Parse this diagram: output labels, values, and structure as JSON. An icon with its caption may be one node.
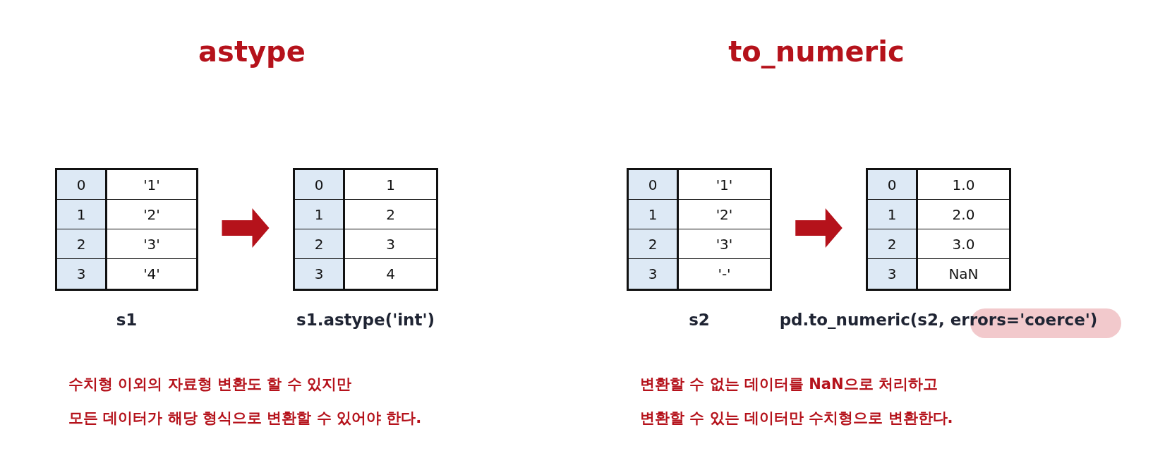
{
  "diagram": {
    "nodes": [
      {
        "text": [
          "0",
          "'1'",
          "1",
          "'2'",
          "2",
          "'3'",
          "3",
          "'4'"
        ],
        "beside": [
          "s1"
        ]
      },
      {
        "text": [
          "0",
          "1",
          "1",
          "2",
          "2",
          "3",
          "3",
          "4"
        ],
        "beside": [
          "s1.astype('int')"
        ]
      },
      {
        "text": [
          "0",
          "'1'",
          "1",
          "'2'",
          "2",
          "'3'",
          "3",
          "'-'"
        ],
        "beside": [
          "s2"
        ]
      },
      {
        "text": [
          "0",
          "1.0",
          "1",
          "2.0",
          "2",
          "3.0",
          "3",
          "NaN"
        ],
        "beside": [
          "pd.to_numeric(s2, errors='coerce')"
        ]
      }
    ],
    "edges": [
      {
        "from": 0,
        "to": 1,
        "arrow": "to",
        "style": "thick"
      },
      {
        "from": 2,
        "to": 3,
        "arrow": "to",
        "style": "thick"
      }
    ],
    "labels": [
      "astype",
      "to_numeric",
      "수치형 이외의 자료형 변환도 할 수 있지만",
      "모든 데이터가 해당 형식으로 변환할 수 있어야 한다.",
      "변환할 수 없는 데이터를 NaN으로 처리하고",
      "변환할 수 있는 데이터만 수치형으로 변환한다."
    ]
  }
}
